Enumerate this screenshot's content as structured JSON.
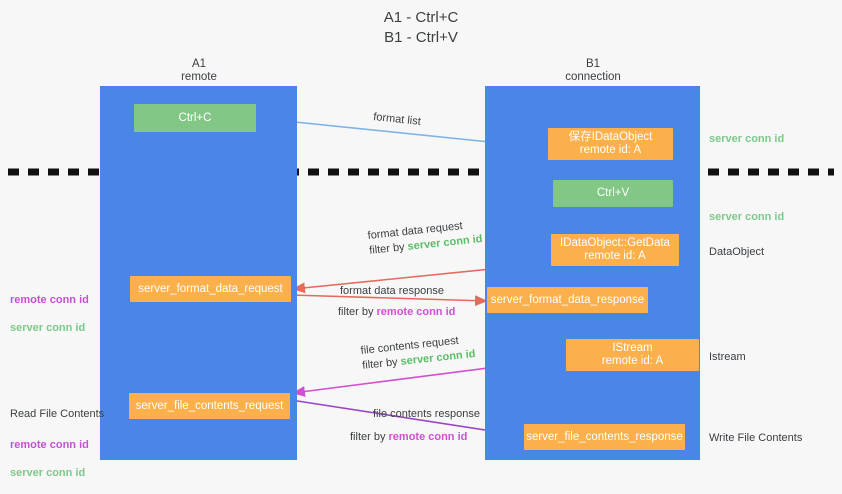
{
  "title": "A1 - Ctrl+C\nB1 - Ctrl+V",
  "colors": {
    "lane": "#4a86e8",
    "green_node": "#82c785",
    "orange_node": "#fcb04c",
    "server_conn_id": "#7cc98a",
    "remote_conn_id": "#c64fd4",
    "arrow_blue": "#7fb3e8",
    "arrow_red": "#e8695d",
    "arrow_magenta": "#d14fd1",
    "arrow_purple": "#9a46c9",
    "arrow_dark": "#222222",
    "divider": "#111111",
    "background": "#f7f7f7"
  },
  "lanes": [
    {
      "id": "a1",
      "header": "A1\nremote"
    },
    {
      "id": "b1",
      "header": "B1\nconnection"
    }
  ],
  "nodes": [
    {
      "id": "ctrl-c",
      "label": "Ctrl+C",
      "kind": "green"
    },
    {
      "id": "save-idataobject",
      "label": "保存IDataObject\nremote id: A",
      "kind": "orange"
    },
    {
      "id": "ctrl-v",
      "label": "Ctrl+V",
      "kind": "green"
    },
    {
      "id": "idataobject-getdata",
      "label": "IDataObject::GetData\nremote id: A",
      "kind": "orange"
    },
    {
      "id": "server-format-data-request",
      "label": "server_format_data_request",
      "kind": "orange"
    },
    {
      "id": "server-format-data-response",
      "label": "server_format_data_response",
      "kind": "orange"
    },
    {
      "id": "istream",
      "label": "IStream\nremote id: A",
      "kind": "orange"
    },
    {
      "id": "server-file-contents-request",
      "label": "server_file_contents_request",
      "kind": "orange"
    },
    {
      "id": "server-file-contents-response",
      "label": "server_file_contents_response",
      "kind": "orange"
    }
  ],
  "edge_labels": {
    "format_list": "format list",
    "format_data_request": "format data request",
    "format_data_request_filter_prefix": "filter by ",
    "format_data_request_filter_value": "server conn id",
    "format_data_response": "format data response",
    "format_data_response_filter_prefix": "filter by ",
    "format_data_response_filter_value": "remote conn id",
    "file_contents_request": "file contents request",
    "file_contents_request_filter_prefix": "filter by ",
    "file_contents_request_filter_value": "server conn id",
    "file_contents_response": "file contents response",
    "file_contents_response_filter_prefix": "filter by ",
    "file_contents_response_filter_value": "remote conn id"
  },
  "right_annotations": [
    {
      "id": "server-conn-id-top",
      "text": "server conn id",
      "style": "green"
    },
    {
      "id": "server-conn-id-second",
      "text": "server conn id",
      "style": "green"
    },
    {
      "id": "dataobject",
      "text": "DataObject",
      "style": "dark"
    },
    {
      "id": "istream-label",
      "text": "Istream",
      "style": "dark"
    },
    {
      "id": "write-file-contents",
      "text": "Write File Contents",
      "style": "dark"
    }
  ],
  "left_annotations": [
    {
      "id": "conn-ids-format",
      "remote": "remote conn id",
      "server": "server conn id"
    },
    {
      "id": "read-file-contents",
      "heading": "Read File Contents",
      "remote": "remote conn id",
      "server": "server conn id"
    }
  ]
}
